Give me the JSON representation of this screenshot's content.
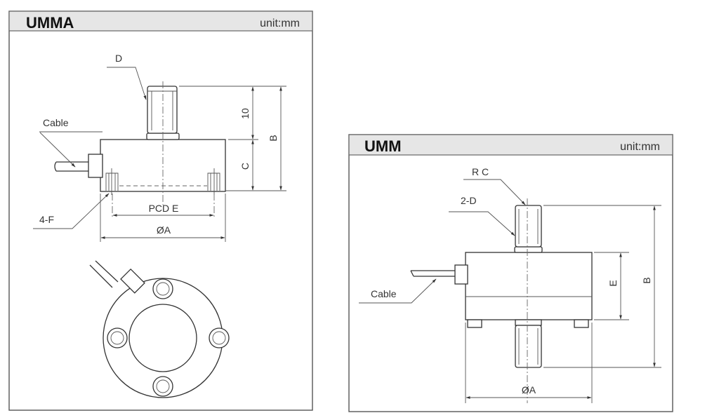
{
  "umma": {
    "title": "UMMA",
    "unit": "unit:mm",
    "labels": {
      "d": "D",
      "cable": "Cable",
      "ten": "10",
      "c": "C",
      "b": "B",
      "pcd_e": "PCD E",
      "dia_a": "ØA",
      "four_f": "4-F"
    }
  },
  "umm": {
    "title": "UMM",
    "unit": "unit:mm",
    "labels": {
      "rc": "R C",
      "two_d": "2-D",
      "cable": "Cable",
      "e": "E",
      "b": "B",
      "dia_a": "ØA"
    }
  }
}
